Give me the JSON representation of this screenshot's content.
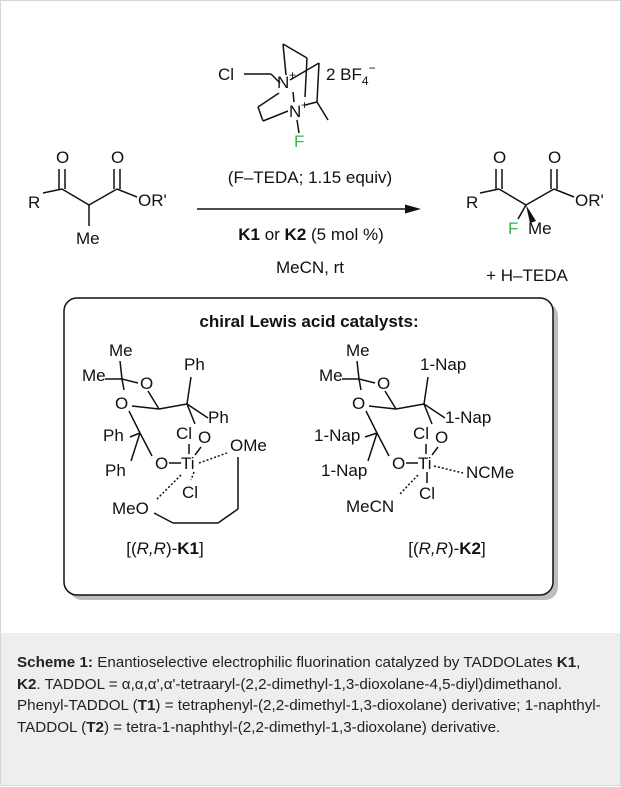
{
  "scheme": {
    "reagent": {
      "cl": "Cl",
      "n_upper": "N",
      "n_lower": "N",
      "plus": "+",
      "counterion_prefix": "2 BF",
      "counterion_sub": "4",
      "counterion_sup": "−",
      "f": "F",
      "name": "(F–TEDA; 1.15 equiv)"
    },
    "conditions": {
      "k1": "K1",
      "or": " or ",
      "k2": "K2",
      "loading": " (5 mol %)",
      "solvent": "MeCN, rt"
    },
    "substrate": {
      "o1": "O",
      "o2": "O",
      "r": "R",
      "or_group": "OR'",
      "me": "Me"
    },
    "product": {
      "o1": "O",
      "o2": "O",
      "r": "R",
      "or_group": "OR'",
      "f": "F",
      "me": "Me"
    },
    "byproduct": "+ H–TEDA",
    "catalysts_box": {
      "title": "chiral Lewis acid catalysts:",
      "k1": {
        "me_top": "Me",
        "me_left": "Me",
        "o_ring1": "O",
        "o_ring2": "O",
        "ph1": "Ph",
        "ph2": "Ph",
        "ph3": "Ph",
        "ph4": "Ph",
        "cl_top": "Cl",
        "o_right": "O",
        "o_left": "O",
        "ti": "Ti",
        "ome": "OMe",
        "meo": "MeO",
        "cl_bottom": "Cl",
        "label_open": "[(",
        "label_rr": "R,R",
        "label_close": ")-",
        "label_k": "K1",
        "label_end": "]"
      },
      "k2": {
        "me_top": "Me",
        "me_left": "Me",
        "o_ring1": "O",
        "o_ring2": "O",
        "nap1": "1-Nap",
        "nap2": "1-Nap",
        "nap3": "1-Nap",
        "nap4": "1-Nap",
        "cl_top": "Cl",
        "o_right": "O",
        "o_left": "O",
        "ti": "Ti",
        "ncme": "NCMe",
        "mecn": "MeCN",
        "cl_bottom": "Cl",
        "label_open": "[(",
        "label_rr": "R,R",
        "label_close": ")-",
        "label_k": "K2",
        "label_end": "]"
      }
    },
    "colors": {
      "fluorine": "#39b54a",
      "text": "#111111",
      "caption_bg": "#eeeeee"
    }
  },
  "caption": {
    "label": "Scheme 1:",
    "text1": " Enantioselective electrophilic fluorination catalyzed by TADDOLates ",
    "k1": "K1",
    "sep": ", ",
    "k2": "K2",
    "text2": ". TADDOL = α,α,α',α'-tetraaryl-(2,2-dimethyl-1,3-dioxolane-4,5-diyl)dimethanol. Phenyl-TADDOL (",
    "t1": "T1",
    "text3": ") = tetraphenyl-(2,2-dimethyl-1,3-dioxolane) derivative; 1-naphthyl-TADDOL (",
    "t2": "T2",
    "text4": ") = tetra-1-naphthyl-(2,2-dimethyl-1,3-dioxolane) derivative."
  }
}
